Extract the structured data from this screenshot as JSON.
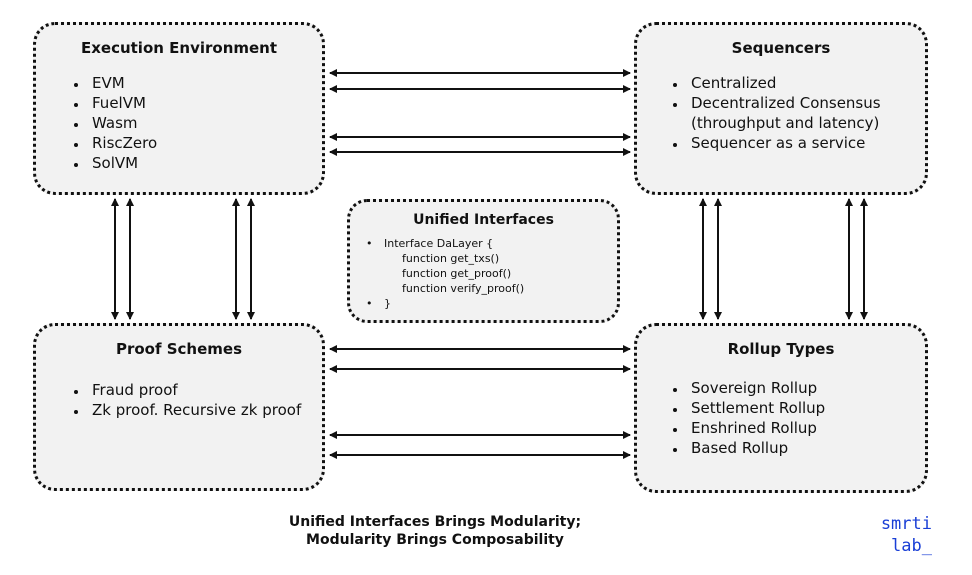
{
  "boxes": {
    "execution_environment": {
      "title": "Execution Environment",
      "items": [
        "EVM",
        "FuelVM",
        "Wasm",
        "RiscZero",
        "SolVM"
      ]
    },
    "sequencers": {
      "title": "Sequencers",
      "items": [
        "Centralized",
        "Decentralized Consensus (throughput and latency)",
        "Sequencer as a service"
      ]
    },
    "unified_interfaces": {
      "title": "Unified Interfaces",
      "lines": [
        "Interface DaLayer {",
        "function get_txs()",
        "function get_proof()",
        "function verify_proof()",
        "}"
      ]
    },
    "proof_schemes": {
      "title": "Proof Schemes",
      "items": [
        "Fraud proof",
        "Zk proof. Recursive zk proof"
      ]
    },
    "rollup_types": {
      "title": "Rollup Types",
      "items": [
        "Sovereign Rollup",
        "Settlement Rollup",
        "Enshrined Rollup",
        "Based Rollup"
      ]
    }
  },
  "caption": {
    "line1": "Unified Interfaces Brings Modularity;",
    "line2": "Modularity Brings Composability"
  },
  "brand": {
    "line1": "smrti",
    "line2": "lab_"
  },
  "colors": {
    "box_fill": "#f2f2f2",
    "border": "#111111",
    "brand": "#1a3fd6"
  }
}
